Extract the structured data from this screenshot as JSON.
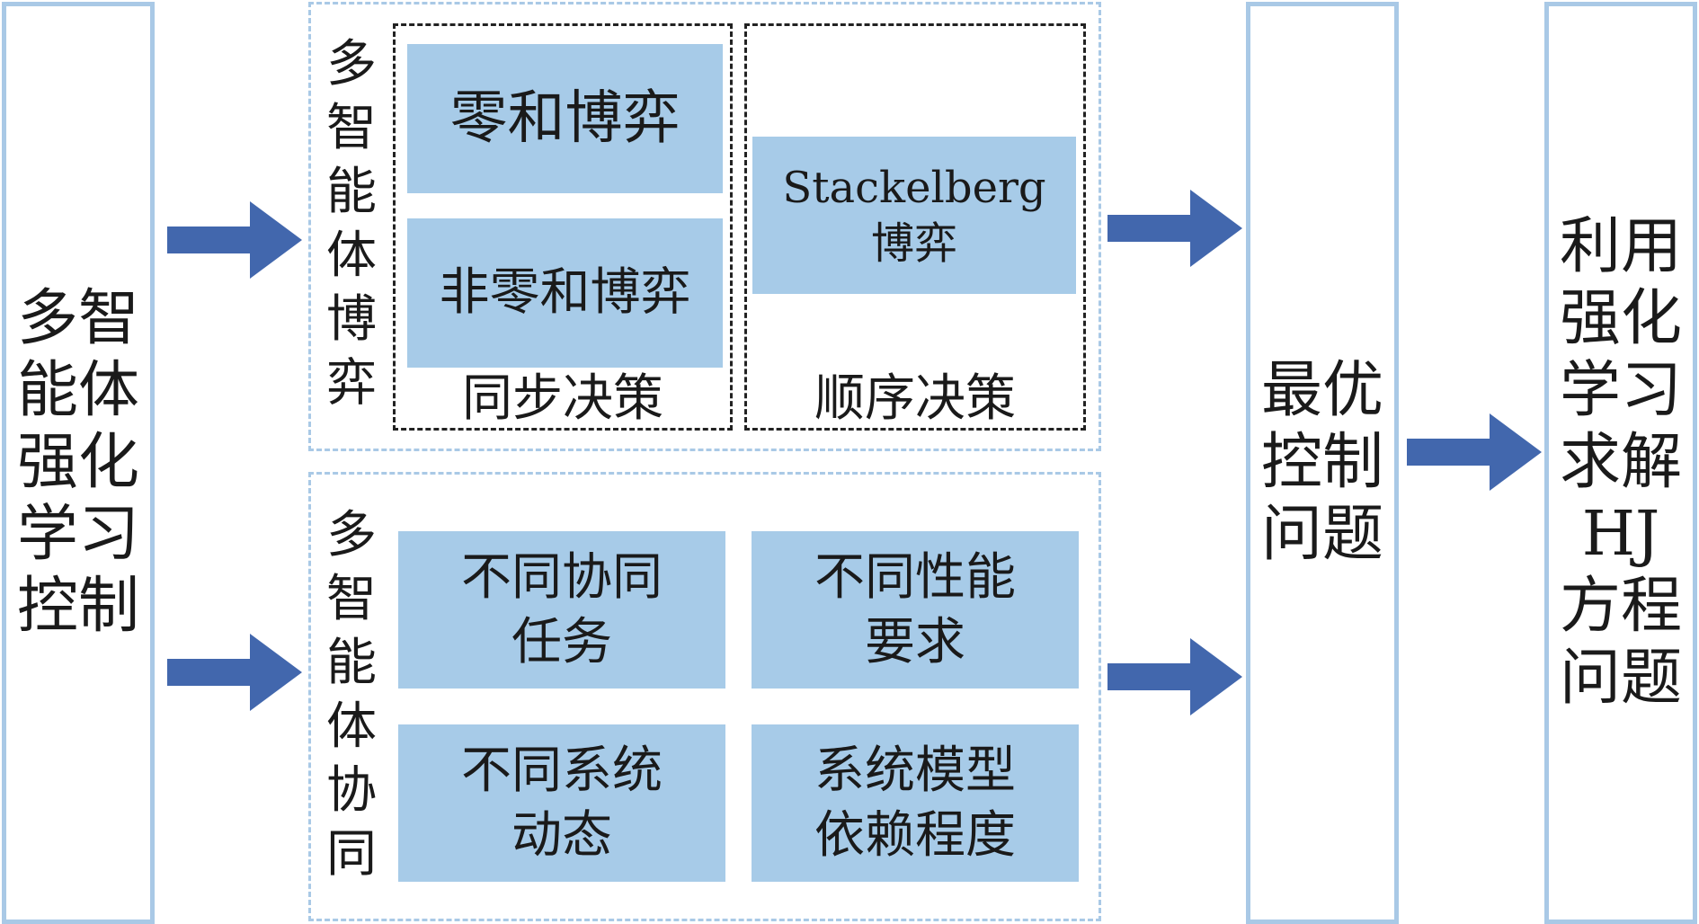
{
  "left_column": {
    "label": "多智\n能体\n强化\n学习\n控制"
  },
  "game_group": {
    "label": "多\n智\n能\n体\n博\n弈",
    "simultaneous": {
      "caption": "同步决策",
      "items": [
        {
          "label": "零和博弈"
        },
        {
          "label": "非零和博弈"
        }
      ]
    },
    "sequential": {
      "caption": "顺序决策",
      "items": [
        {
          "label": "Stackelberg\n博弈"
        }
      ]
    }
  },
  "coop_group": {
    "label": "多\n智\n能\n体\n协\n同",
    "items": [
      {
        "label": "不同协同\n任务"
      },
      {
        "label": "不同性能\n要求"
      },
      {
        "label": "不同系统\n动态"
      },
      {
        "label": "系统模型\n依赖程度"
      }
    ]
  },
  "optimal_control": {
    "label": "最优\n控制\n问题"
  },
  "right_column": {
    "label": "利用\n强化\n学习\n求解\nHJ\n方程\n问题"
  },
  "colors": {
    "box_fill": "#a7cbe8",
    "box_border": "#a9c9e6",
    "arrow": "#4267ad",
    "dashed_black": "#222222"
  },
  "icons": {
    "arrow": "right-arrow-icon"
  }
}
